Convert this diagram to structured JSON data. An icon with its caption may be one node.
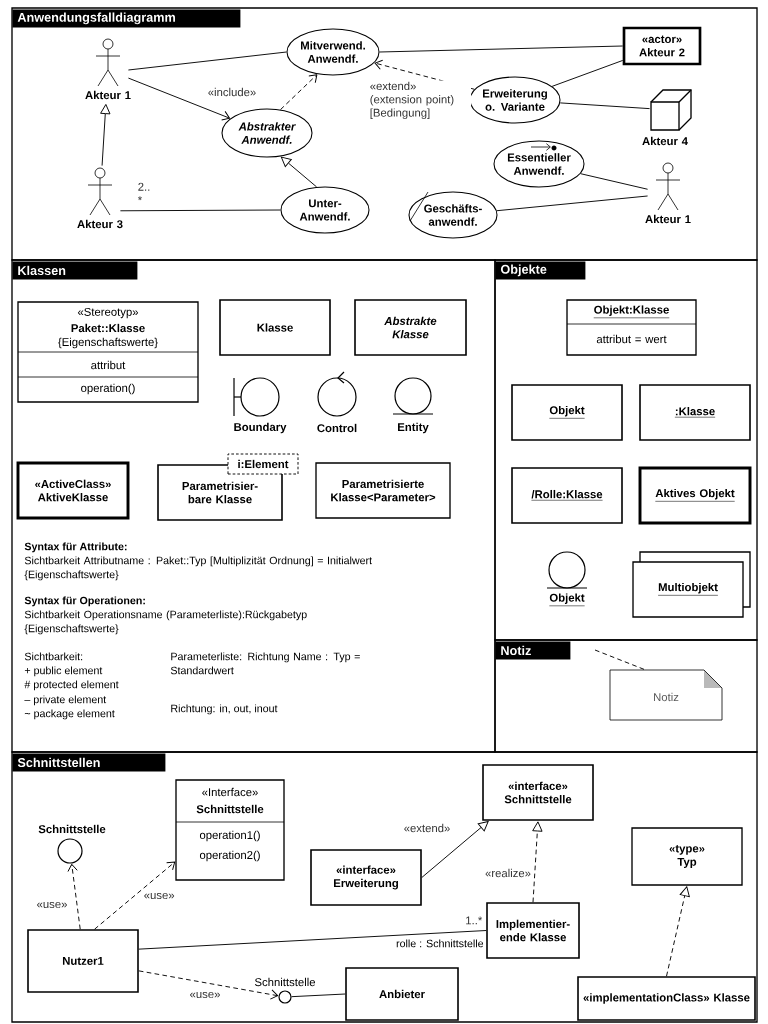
{
  "diagram": {
    "nodes": [
      {
        "text": [
          "Anwendungsfalldiagramm"
        ]
      },
      {
        "text": [
          "Akteur 1"
        ],
        "in": 0
      },
      {
        "text": [
          "Mitverwend. Anwendf."
        ],
        "in": 0
      },
      {
        "text": [
          "«actor» Akteur 2"
        ],
        "in": 0
      },
      {
        "text": [
          "Abstrakter Anwendf."
        ],
        "in": 0
      },
      {
        "text": [
          "Erweiterung o. Variante"
        ],
        "in": 0
      },
      {
        "text": [
          "Akteur 4"
        ],
        "in": 0
      },
      {
        "text": [
          "Akteur 3"
        ],
        "in": 0
      },
      {
        "text": [
          "Unter- Anwendf."
        ],
        "in": 0
      },
      {
        "text": [
          "Essentieller Anwendf."
        ],
        "in": 0
      },
      {
        "text": [
          "Geschäfts- anwendf."
        ],
        "in": 0
      },
      {
        "text": [
          "Akteur 1"
        ],
        "in": 0
      },
      {
        "text": [
          "Klassen"
        ]
      },
      {
        "text": [
          "«Stereotyp»",
          "Paket::Klasse",
          "{Eigenschaftswerte}",
          "attribut",
          "operation()"
        ],
        "in": 12
      },
      {
        "text": [
          "Klasse"
        ],
        "in": 12
      },
      {
        "text": [
          "Abstrakte Klasse"
        ],
        "in": 12
      },
      {
        "text": [
          "Boundary"
        ],
        "in": 12
      },
      {
        "text": [
          "Control"
        ],
        "in": 12
      },
      {
        "text": [
          "Entity"
        ],
        "in": 12
      },
      {
        "text": [
          "«ActiveClass»",
          "AktiveKlasse"
        ],
        "in": 12
      },
      {
        "text": [
          "Parametrisier- bare Klasse"
        ],
        "in": 12
      },
      {
        "text": [
          "i:Element"
        ],
        "in": 12
      },
      {
        "text": [
          "Parametrisierte Klasse<Parameter>"
        ],
        "in": 12
      },
      {
        "text": [
          "Objekte"
        ]
      },
      {
        "text": [
          "Objekt:Klasse",
          "attribut = wert"
        ],
        "in": 23
      },
      {
        "text": [
          "Objekt"
        ],
        "in": 23
      },
      {
        "text": [
          ":Klasse"
        ],
        "in": 23
      },
      {
        "text": [
          "/Rolle:Klasse"
        ],
        "in": 23
      },
      {
        "text": [
          "Aktives Objekt"
        ],
        "in": 23
      },
      {
        "text": [
          "Objekt"
        ],
        "in": 23
      },
      {
        "text": [
          "Multiobjekt"
        ],
        "in": 23
      },
      {
        "text": [
          "Notiz"
        ]
      },
      {
        "text": [
          "Notiz"
        ],
        "in": 31
      },
      {
        "text": [
          "Schnittstellen"
        ]
      },
      {
        "text": [
          "Schnittstelle"
        ],
        "in": 33
      },
      {
        "text": [
          "«Interface»",
          "Schnittstelle",
          "operation1()",
          "operation2()"
        ],
        "in": 33
      },
      {
        "text": [
          "«interface» Erweiterung"
        ],
        "in": 33
      },
      {
        "text": [
          "«interface» Schnittstelle"
        ],
        "in": 33
      },
      {
        "text": [
          "«type» Typ"
        ],
        "in": 33
      },
      {
        "text": [
          "Nutzer1"
        ],
        "in": 33
      },
      {
        "text": [
          "Implementier- ende Klasse"
        ],
        "in": 33
      },
      {
        "text": [
          "Schnittstelle"
        ],
        "in": 33
      },
      {
        "text": [
          "Anbieter"
        ],
        "in": 33
      },
      {
        "text": [
          "«implementationClass» Klasse"
        ],
        "in": 33
      }
    ],
    "edges": [
      {
        "from": 1,
        "to": 2,
        "arrow": "none"
      },
      {
        "from": 1,
        "to": 4,
        "arrow": "to"
      },
      {
        "from": 4,
        "to": 2,
        "arrow": "to",
        "style": "dashed",
        "label": "«include»"
      },
      {
        "from": 5,
        "to": 2,
        "arrow": "to",
        "style": "dashed",
        "label": "«extend» (extension point) [Bedingung]"
      },
      {
        "from": 5,
        "to": 3,
        "arrow": "none"
      },
      {
        "from": 5,
        "to": 6,
        "arrow": "none"
      },
      {
        "from": 3,
        "to": 2,
        "arrow": "none"
      },
      {
        "from": 7,
        "to": 1,
        "arrow": "to"
      },
      {
        "from": 7,
        "to": 8,
        "arrow": "none",
        "label": "2.. *"
      },
      {
        "from": 8,
        "to": 4,
        "arrow": "to"
      },
      {
        "from": 11,
        "to": 9,
        "arrow": "none"
      },
      {
        "from": 11,
        "to": 10,
        "arrow": "none"
      },
      {
        "from": null,
        "to": 32,
        "arrow": "none",
        "style": "dashed"
      },
      {
        "from": 39,
        "to": 34,
        "arrow": "to",
        "style": "dashed",
        "label": "«use»"
      },
      {
        "from": 39,
        "to": 35,
        "arrow": "to",
        "style": "dashed",
        "label": "«use»"
      },
      {
        "from": 36,
        "to": 37,
        "arrow": "to",
        "label": "«extend»"
      },
      {
        "from": 40,
        "to": 37,
        "arrow": "to",
        "style": "dashed",
        "label": "«realize»"
      },
      {
        "from": 39,
        "to": 40,
        "arrow": "none",
        "label": "1..*"
      },
      {
        "from": 39,
        "to": 41,
        "arrow": "to",
        "style": "dashed",
        "label": "«use»"
      },
      {
        "from": 42,
        "to": 41,
        "arrow": "none"
      },
      {
        "from": 43,
        "to": 38,
        "arrow": "to",
        "style": "dashed"
      }
    ],
    "labels": [
      "Syntax für Attribute:",
      "Sichtbarkeit Attributname : Paket::Typ [Multiplizität Ordnung] = Initialwert {Eigenschaftswerte}",
      "Syntax für Operationen:",
      "Sichtbarkeit Operationsname (Parameterliste):Rückgabetyp {Eigenschaftswerte}",
      "Sichtbarkeit:",
      "Parameterliste: Richtung Name : Typ = Standardwert",
      "+ public element",
      "# protected element",
      "– private element",
      "Richtung: in, out, inout",
      "~ package element",
      "rolle : Schnittstelle"
    ]
  }
}
